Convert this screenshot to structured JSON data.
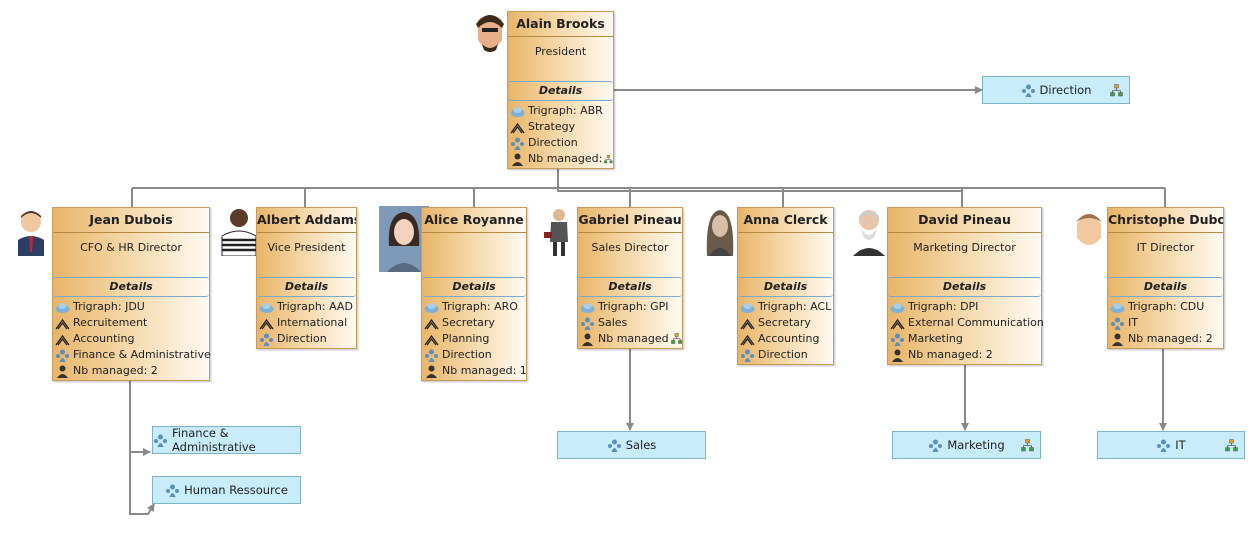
{
  "people": [
    {
      "id": "alain",
      "name": "Alain Brooks",
      "role": "President",
      "details": "Details",
      "rows": [
        {
          "icon": "trigraph-icon",
          "text": "Trigraph: ABR"
        },
        {
          "icon": "skill-icon",
          "text": "Strategy"
        },
        {
          "icon": "department-icon",
          "text": "Direction"
        },
        {
          "icon": "person-icon",
          "text": "Nb managed:",
          "badge": "org-chart-icon"
        }
      ]
    },
    {
      "id": "jean",
      "name": "Jean Dubois",
      "role": "CFO & HR Director",
      "details": "Details",
      "rows": [
        {
          "icon": "trigraph-icon",
          "text": "Trigraph: JDU"
        },
        {
          "icon": "skill-icon",
          "text": "Recruitement"
        },
        {
          "icon": "skill-icon",
          "text": "Accounting"
        },
        {
          "icon": "department-icon",
          "text": "Finance & Administrative"
        },
        {
          "icon": "person-icon",
          "text": "Nb managed: 2"
        }
      ]
    },
    {
      "id": "albert",
      "name": "Albert Addams",
      "role": "Vice President",
      "details": "Details",
      "rows": [
        {
          "icon": "trigraph-icon",
          "text": "Trigraph: AAD"
        },
        {
          "icon": "skill-icon",
          "text": "International"
        },
        {
          "icon": "department-icon",
          "text": "Direction"
        }
      ]
    },
    {
      "id": "alice",
      "name": "Alice Royanne",
      "role": "",
      "details": "Details",
      "rows": [
        {
          "icon": "trigraph-icon",
          "text": "Trigraph: ARO"
        },
        {
          "icon": "skill-icon",
          "text": "Secretary"
        },
        {
          "icon": "skill-icon",
          "text": "Planning"
        },
        {
          "icon": "department-icon",
          "text": "Direction"
        },
        {
          "icon": "person-icon",
          "text": "Nb managed: 1"
        }
      ]
    },
    {
      "id": "gabriel",
      "name": "Gabriel Pineau",
      "role": "Sales Director",
      "details": "Details",
      "rows": [
        {
          "icon": "trigraph-icon",
          "text": "Trigraph: GPI"
        },
        {
          "icon": "department-icon",
          "text": "Sales"
        },
        {
          "icon": "person-icon",
          "text": "Nb managed",
          "badge": "org-chart-icon"
        }
      ]
    },
    {
      "id": "anna",
      "name": "Anna Clerck",
      "role": "",
      "details": "Details",
      "rows": [
        {
          "icon": "trigraph-icon",
          "text": "Trigraph: ACL"
        },
        {
          "icon": "skill-icon",
          "text": "Secretary"
        },
        {
          "icon": "skill-icon",
          "text": "Accounting"
        },
        {
          "icon": "department-icon",
          "text": "Direction"
        }
      ]
    },
    {
      "id": "david",
      "name": "David Pineau",
      "role": "Marketing Director",
      "details": "Details",
      "rows": [
        {
          "icon": "trigraph-icon",
          "text": "Trigraph: DPI"
        },
        {
          "icon": "skill-icon",
          "text": "External Communication"
        },
        {
          "icon": "department-icon",
          "text": "Marketing"
        },
        {
          "icon": "person-icon",
          "text": "Nb managed: 2"
        }
      ]
    },
    {
      "id": "christophe",
      "name": "Christophe Dubois",
      "role": "IT Director",
      "details": "Details",
      "rows": [
        {
          "icon": "trigraph-icon",
          "text": "Trigraph: CDU"
        },
        {
          "icon": "department-icon",
          "text": "IT"
        },
        {
          "icon": "person-icon",
          "text": "Nb managed: 2"
        }
      ]
    }
  ],
  "departments": [
    {
      "id": "direction",
      "label": "Direction",
      "badge": true
    },
    {
      "id": "finance",
      "label": "Finance & Administrative",
      "badge": false
    },
    {
      "id": "hr",
      "label": "Human Ressource",
      "badge": false
    },
    {
      "id": "sales",
      "label": "Sales",
      "badge": false
    },
    {
      "id": "marketing",
      "label": "Marketing",
      "badge": true
    },
    {
      "id": "it",
      "label": "IT",
      "badge": true
    }
  ],
  "colors": {
    "card_gradient_start": "#e8b569",
    "card_gradient_end": "#fffaf2",
    "department_fill": "#c9ecfb",
    "connector": "#8a8a8a"
  }
}
